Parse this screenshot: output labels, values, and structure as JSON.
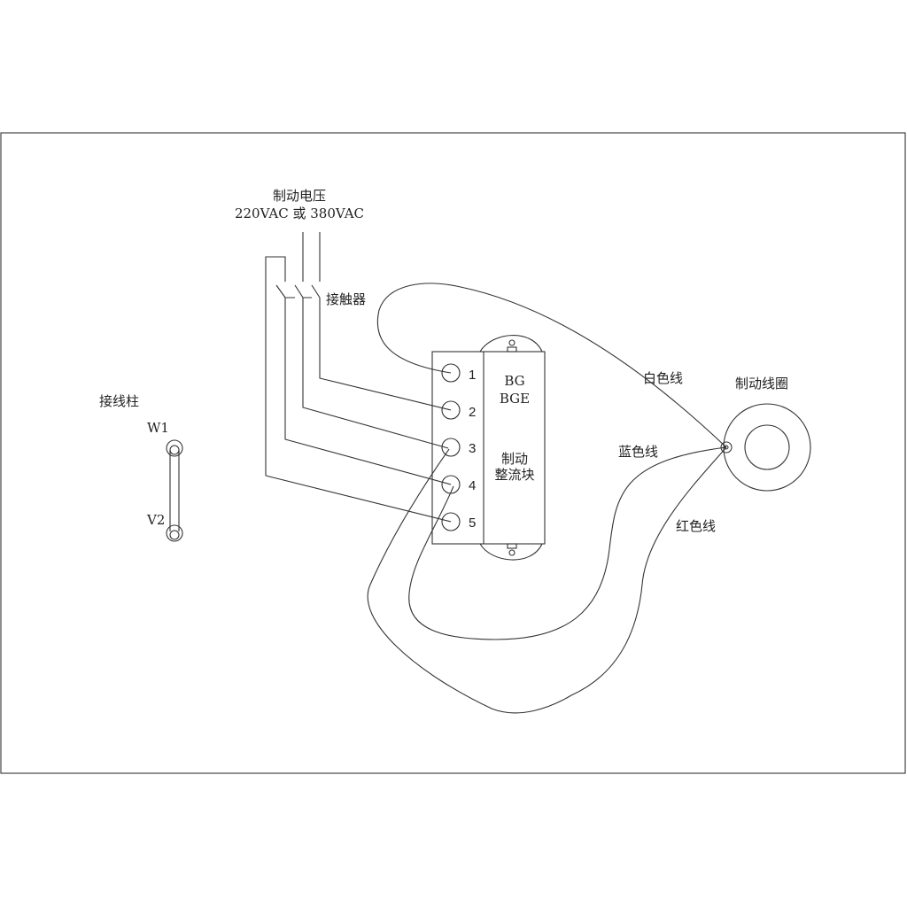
{
  "supply": {
    "title": "制动电压",
    "voltage": "220VAC 或 380VAC"
  },
  "contactor": {
    "label": "接触器"
  },
  "terminal_post": {
    "label": "接线柱",
    "top": "W1",
    "bottom": "V2"
  },
  "rectifier": {
    "model_line1": "BG",
    "model_line2": "BGE",
    "name_line1": "制动",
    "name_line2": "整流块",
    "terminals": [
      "1",
      "2",
      "3",
      "4",
      "5"
    ]
  },
  "wires": {
    "white": "白色线",
    "blue": "蓝色线",
    "red": "红色线"
  },
  "coil": {
    "label": "制动线圈"
  }
}
